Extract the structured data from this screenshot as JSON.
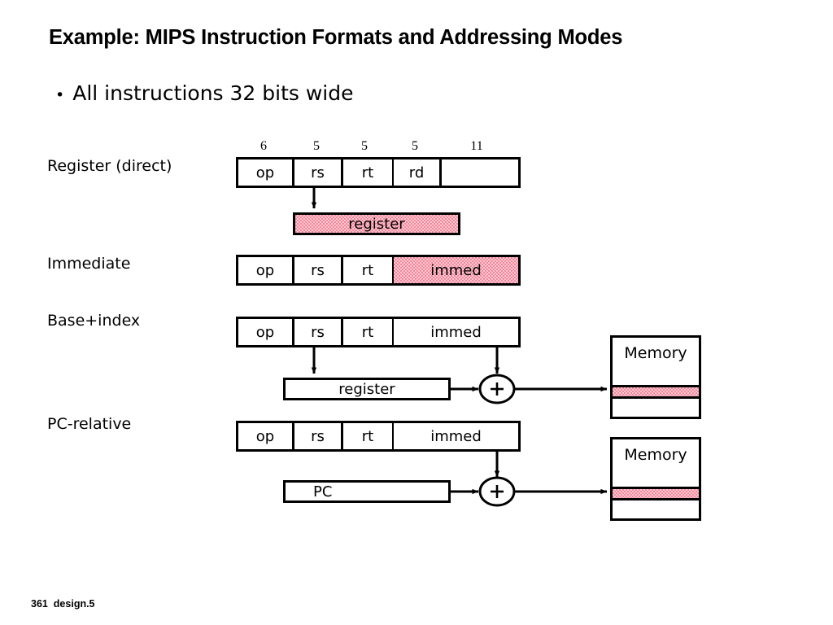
{
  "slide": {
    "title": "Example: MIPS Instruction Formats and Addressing Modes",
    "bullet_marker": "•",
    "bullet_text": "All instructions 32 bits wide",
    "footer": "361  design.5"
  },
  "bit_widths": [
    {
      "label": "6"
    },
    {
      "label": "5"
    },
    {
      "label": "5"
    },
    {
      "label": "5"
    },
    {
      "label": "11"
    }
  ],
  "rows": [
    {
      "label": "Register (direct)",
      "fields": [
        {
          "text": "op",
          "fill": "white"
        },
        {
          "text": "rs",
          "fill": "white"
        },
        {
          "text": "rt",
          "fill": "white"
        },
        {
          "text": "rd",
          "fill": "white"
        },
        {
          "text": "",
          "fill": "white"
        }
      ],
      "subbox": {
        "text": "register",
        "fill": "pink"
      }
    },
    {
      "label": "Immediate",
      "fields": [
        {
          "text": "op",
          "fill": "white"
        },
        {
          "text": "rs",
          "fill": "white"
        },
        {
          "text": "rt",
          "fill": "white"
        },
        {
          "text": "immed",
          "fill": "pink"
        }
      ]
    },
    {
      "label": "Base+index",
      "fields": [
        {
          "text": "op",
          "fill": "white"
        },
        {
          "text": "rs",
          "fill": "white"
        },
        {
          "text": "rt",
          "fill": "white"
        },
        {
          "text": "immed",
          "fill": "white"
        }
      ],
      "subbox": {
        "text": "register",
        "fill": "white"
      },
      "adder": "+",
      "memory": {
        "title": "Memory"
      }
    },
    {
      "label": "PC-relative",
      "fields": [
        {
          "text": "op",
          "fill": "white"
        },
        {
          "text": "rs",
          "fill": "white"
        },
        {
          "text": "rt",
          "fill": "white"
        },
        {
          "text": "immed",
          "fill": "white"
        }
      ],
      "subbox": {
        "text": "PC",
        "fill": "white"
      },
      "adder": "+",
      "memory": {
        "title": "Memory"
      }
    }
  ],
  "colors": {
    "highlight_pink": "#f4879b",
    "ink": "#000000",
    "background": "#ffffff"
  }
}
